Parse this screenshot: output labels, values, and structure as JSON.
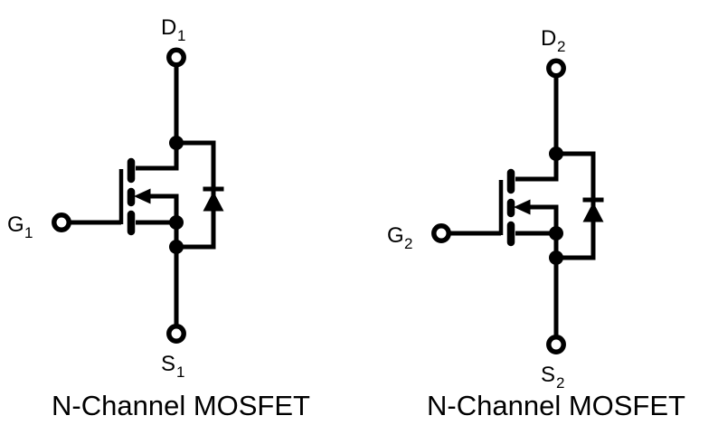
{
  "page": {
    "background_color": "#ffffff",
    "line_color": "#000000"
  },
  "figures": [
    {
      "caption": "N-Channel MOSFET",
      "terminals": {
        "drain": {
          "letter": "D",
          "subscript": "1"
        },
        "gate": {
          "letter": "G",
          "subscript": "1"
        },
        "source": {
          "letter": "S",
          "subscript": "1"
        }
      }
    },
    {
      "caption": "N-Channel MOSFET",
      "terminals": {
        "drain": {
          "letter": "D",
          "subscript": "2"
        },
        "gate": {
          "letter": "G",
          "subscript": "2"
        },
        "source": {
          "letter": "S",
          "subscript": "2"
        }
      }
    }
  ]
}
